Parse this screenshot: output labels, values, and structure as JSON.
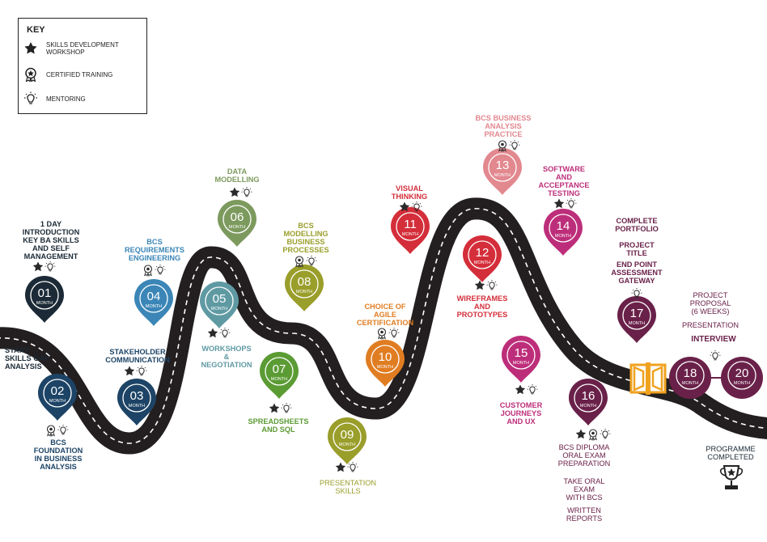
{
  "key": {
    "title": "KEY",
    "items": [
      {
        "icon": "star-icon",
        "label": "SKILLS DEVELOPMENT\nWORKSHOP"
      },
      {
        "icon": "rosette-icon",
        "label": "CERTIFIED TRAINING"
      },
      {
        "icon": "lightbulb-icon",
        "label": "MENTORING"
      }
    ]
  },
  "month_word": "MONTH",
  "colors": {
    "road": "#231f20",
    "dark": "#1b2a36",
    "navy": "#1d4466",
    "blue": "#3b86b7",
    "teal": "#5f9aa3",
    "sage": "#7d9a5e",
    "green": "#5b9b34",
    "olive": "#9a9e2a",
    "orange": "#e07d22",
    "red": "#d42e3a",
    "pink": "#e2888f",
    "magenta": "#bd2e7a",
    "berry": "#a8246a",
    "plum": "#6a2149",
    "gateway": "#f0a21f"
  },
  "milestones": [
    {
      "num": "01",
      "color": "dark"
    },
    {
      "num": "02",
      "color": "navy"
    },
    {
      "num": "03",
      "color": "navy"
    },
    {
      "num": "04",
      "color": "blue"
    },
    {
      "num": "05",
      "color": "teal"
    },
    {
      "num": "06",
      "color": "sage"
    },
    {
      "num": "07",
      "color": "green"
    },
    {
      "num": "08",
      "color": "olive"
    },
    {
      "num": "09",
      "color": "olive"
    },
    {
      "num": "10",
      "color": "orange"
    },
    {
      "num": "11",
      "color": "red"
    },
    {
      "num": "12",
      "color": "red"
    },
    {
      "num": "13",
      "color": "pink"
    },
    {
      "num": "14",
      "color": "magenta"
    },
    {
      "num": "15",
      "color": "magenta"
    },
    {
      "num": "16",
      "color": "plum"
    },
    {
      "num": "17",
      "color": "plum"
    },
    {
      "num": "18",
      "color": "plum"
    },
    {
      "num": "20",
      "color": "plum"
    }
  ],
  "labels": {
    "m01": "1 DAY\nINTRODUCTION\nKEY BA SKILLS\nAND SELF\nMANAGEMENT",
    "start": "START\nSKILLS GAP\nANALYSIS",
    "m02": "BCS\nFOUNDATION\nIN BUSINESS\nANALYSIS",
    "m03": "STAKEHOLDER\nCOMMUNICATION",
    "m04": "BCS\nREQUIREMENTS\nENGINEERING",
    "m05": "WORKSHOPS\n&\nNEGOTIATION",
    "m06": "DATA\nMODELLING",
    "m07": "SPREADSHEETS\nAND SQL",
    "m08": "BCS\nMODELLING\nBUSINESS\nPROCESSES",
    "m09": "PRESENTATION\nSKILLS",
    "m10": "CHOICE OF\nAGILE\nCERTIFICATION",
    "m11": "VISUAL\nTHINKING",
    "m12": "WIREFRAMES\nAND\nPROTOTYPES",
    "m13": "BCS BUSINESS\nANALYSIS\nPRACTICE",
    "m14": "SOFTWARE\nAND\nACCEPTANCE\nTESTING",
    "m15": "CUSTOMER\nJOURNEYS\nAND UX",
    "m16": "BCS DIPLOMA\nORAL EXAM\nPREPARATION",
    "oral": "TAKE ORAL\nEXAM\nWITH BCS",
    "written": "WRITTEN\nREPORTS",
    "portfolio": "COMPLETE\nPORTFOLIO",
    "project_title": "PROJECT\nTITLE",
    "epa": "END POINT\nASSESSMENT\nGATEWAY",
    "proposal": "PROJECT\nPROPOSAL\n(6 WEEKS)",
    "presentation": "PRESENTATION",
    "interview": "INTERVIEW",
    "dash": "–",
    "completed": "PROGRAMME\nCOMPLETED"
  }
}
